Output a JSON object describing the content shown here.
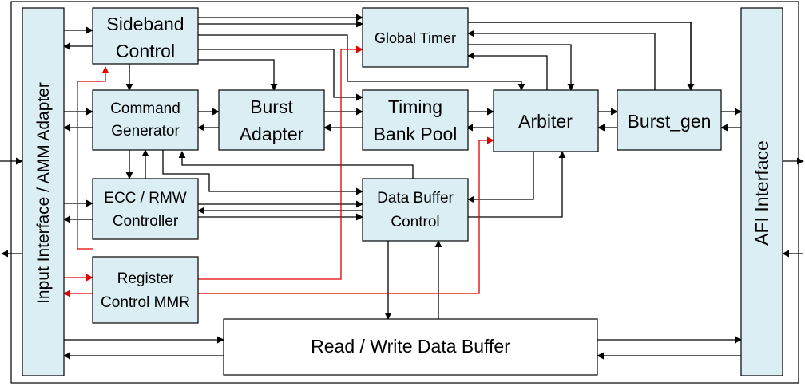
{
  "blocks": {
    "input_interface": "Input Interface / AMM Adapter",
    "sideband_line1": "Sideband",
    "sideband_line2": "Control",
    "global_timer": "Global Timer",
    "command_line1": "Command",
    "command_line2": "Generator",
    "burst_adapter_line1": "Burst",
    "burst_adapter_line2": "Adapter",
    "timing_line1": "Timing",
    "timing_line2": "Bank Pool",
    "arbiter": "Arbiter",
    "burst_gen": "Burst_gen",
    "ecc_line1": "ECC / RMW",
    "ecc_line2": "Controller",
    "dbc_line1": "Data Buffer",
    "dbc_line2": "Control",
    "register_line1": "Register",
    "register_line2": "Control MMR",
    "rw_buffer": "Read / Write Data Buffer",
    "afi_interface": "AFI  Interface"
  },
  "colors": {
    "block_fill": "#dbeef4",
    "line": "#000000",
    "register_path": "#e00000"
  }
}
